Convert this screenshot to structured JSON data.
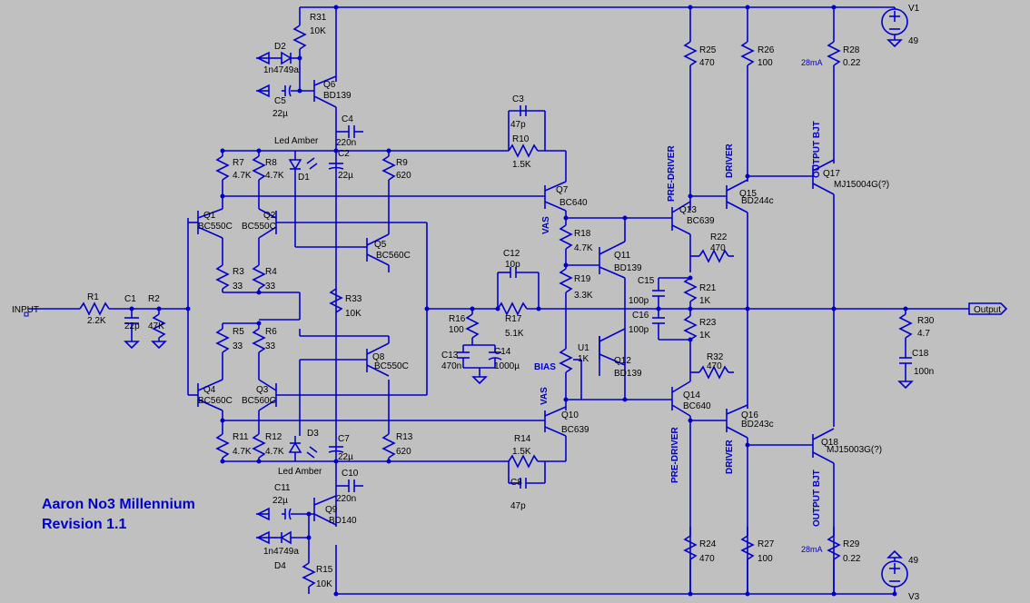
{
  "title": {
    "line1": "Aaron No3 Millennium",
    "line2": "Revision 1.1"
  },
  "ports": {
    "input": "INPUT",
    "output": "Output"
  },
  "sources": {
    "v1": {
      "name": "V1",
      "value": "49"
    },
    "v3": {
      "name": "V3",
      "value": "49"
    }
  },
  "notes": {
    "led_top": "Led Amber",
    "led_bottom": "Led Amber",
    "vas_top": "VAS",
    "vas_bottom": "VAS",
    "bias": "BIAS",
    "predriver_top": "PRE-DRIVER",
    "predriver_bottom": "PRE-DRIVER",
    "driver_top": "DRIVER",
    "driver_bottom": "DRIVER",
    "output_top": "OUTPUT BJT",
    "output_bottom": "OUTPUT BJT",
    "current_top": "28mA",
    "current_bottom": "28mA"
  },
  "components": {
    "R1": [
      "R1",
      "2.2K"
    ],
    "C1": [
      "C1",
      "22p"
    ],
    "R2": [
      "R2",
      "47K"
    ],
    "R31": [
      "R31",
      "10K"
    ],
    "D2": [
      "D2",
      "1n4749a"
    ],
    "C5": [
      "C5",
      "22µ"
    ],
    "Q6": [
      "Q6",
      "BD139"
    ],
    "C4": [
      "C4",
      "220n"
    ],
    "D1": [
      "D1",
      ""
    ],
    "C2": [
      "C2",
      "22µ"
    ],
    "R7": [
      "R7",
      "4.7K"
    ],
    "R8": [
      "R8",
      "4.7K"
    ],
    "R9": [
      "R9",
      "620"
    ],
    "Q1": [
      "Q1",
      "BC550C"
    ],
    "Q2": [
      "Q2",
      "BC550C"
    ],
    "Q5": [
      "Q5",
      "BC560C"
    ],
    "R3": [
      "R3",
      "33"
    ],
    "R4": [
      "R4",
      "33"
    ],
    "R33": [
      "R33",
      "10K"
    ],
    "R5": [
      "R5",
      "33"
    ],
    "R6": [
      "R6",
      "33"
    ],
    "Q8": [
      "Q8",
      "BC550C"
    ],
    "Q4": [
      "Q4",
      "BC560C"
    ],
    "Q3": [
      "Q3",
      "BC560C"
    ],
    "R11": [
      "R11",
      "4.7K"
    ],
    "R12": [
      "R12",
      "4.7K"
    ],
    "R13": [
      "R13",
      "620"
    ],
    "D3": [
      "D3",
      ""
    ],
    "C7": [
      "C7",
      "22µ"
    ],
    "C10": [
      "C10",
      "220n"
    ],
    "C11": [
      "C11",
      "22µ"
    ],
    "Q9": [
      "Q9",
      "BD140"
    ],
    "D4": [
      "D4",
      "1n4749a"
    ],
    "R15": [
      "R15",
      "10K"
    ],
    "C3": [
      "C3",
      "47p"
    ],
    "R10": [
      "R10",
      "1.5K"
    ],
    "Q7": [
      "Q7",
      "BC640"
    ],
    "R18": [
      "R18",
      "4.7K"
    ],
    "C12": [
      "C12",
      "10p"
    ],
    "R19": [
      "R19",
      "3.3K"
    ],
    "R16": [
      "R16",
      "100"
    ],
    "R17": [
      "R17",
      "5.1K"
    ],
    "C13": [
      "C13",
      "470n"
    ],
    "C14": [
      "C14",
      "1000µ"
    ],
    "U1": [
      "U1",
      "1K"
    ],
    "Q10": [
      "Q10",
      "BC639"
    ],
    "R14": [
      "R14",
      "1.5K"
    ],
    "C8": [
      "C8",
      "47p"
    ],
    "Q11": [
      "Q11",
      "BD139"
    ],
    "Q12": [
      "Q12",
      "BD139"
    ],
    "R25": [
      "R25",
      "470"
    ],
    "R26": [
      "R26",
      "100"
    ],
    "R28": [
      "R28",
      "0.22"
    ],
    "Q13": [
      "Q13",
      "BC639"
    ],
    "Q15": [
      "Q15",
      "BD244c"
    ],
    "Q17": [
      "Q17",
      "MJ15004G(?)"
    ],
    "R22": [
      "R22",
      "470"
    ],
    "C15": [
      "C15",
      "100p"
    ],
    "R21": [
      "R21",
      "1K"
    ],
    "C16": [
      "C16",
      "100p"
    ],
    "R23": [
      "R23",
      "1K"
    ],
    "R32": [
      "R32",
      "470"
    ],
    "Q14": [
      "Q14",
      "BC640"
    ],
    "Q16": [
      "Q16",
      "BD243c"
    ],
    "Q18": [
      "Q18",
      "MJ15003G(?)"
    ],
    "R24": [
      "R24",
      "470"
    ],
    "R27": [
      "R27",
      "100"
    ],
    "R29": [
      "R29",
      "0.22"
    ],
    "R30": [
      "R30",
      "4.7"
    ],
    "C18": [
      "C18",
      "100n"
    ]
  }
}
